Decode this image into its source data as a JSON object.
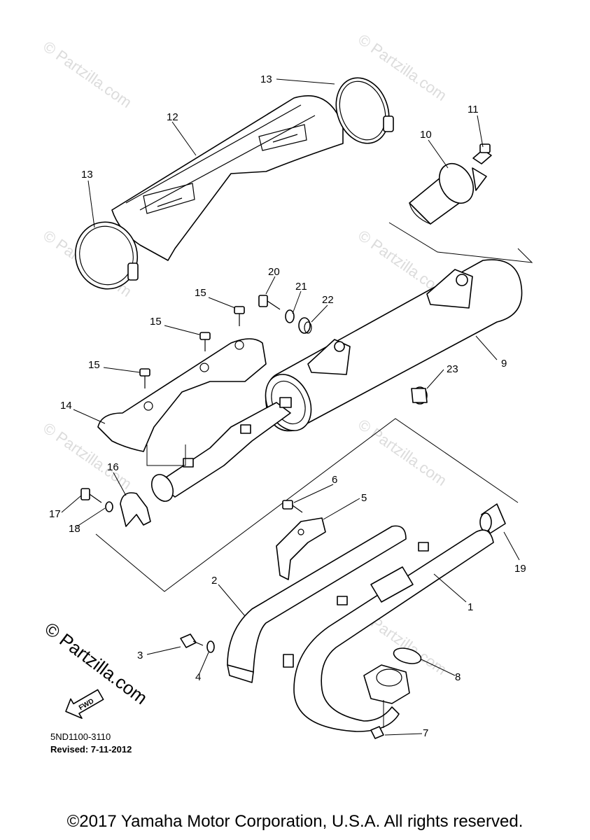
{
  "watermark": "© Partzilla.com",
  "logo_text": "© Partzilla.com",
  "fwd_label": "FWD",
  "doc_code": "5ND1100-3110",
  "revised": "Revised: 7-11-2012",
  "copyright": "©2017 Yamaha Motor Corporation, U.S.A. All rights reserved.",
  "callouts": {
    "c1": "1",
    "c2": "2",
    "c3": "3",
    "c4": "4",
    "c5": "5",
    "c6": "6",
    "c7": "7",
    "c8": "8",
    "c9": "9",
    "c10": "10",
    "c11": "11",
    "c12": "12",
    "c13a": "13",
    "c13b": "13",
    "c14": "14",
    "c15a": "15",
    "c15b": "15",
    "c15c": "15",
    "c16": "16",
    "c17": "17",
    "c18": "18",
    "c19": "19",
    "c20": "20",
    "c21": "21",
    "c22": "22",
    "c23": "23"
  }
}
